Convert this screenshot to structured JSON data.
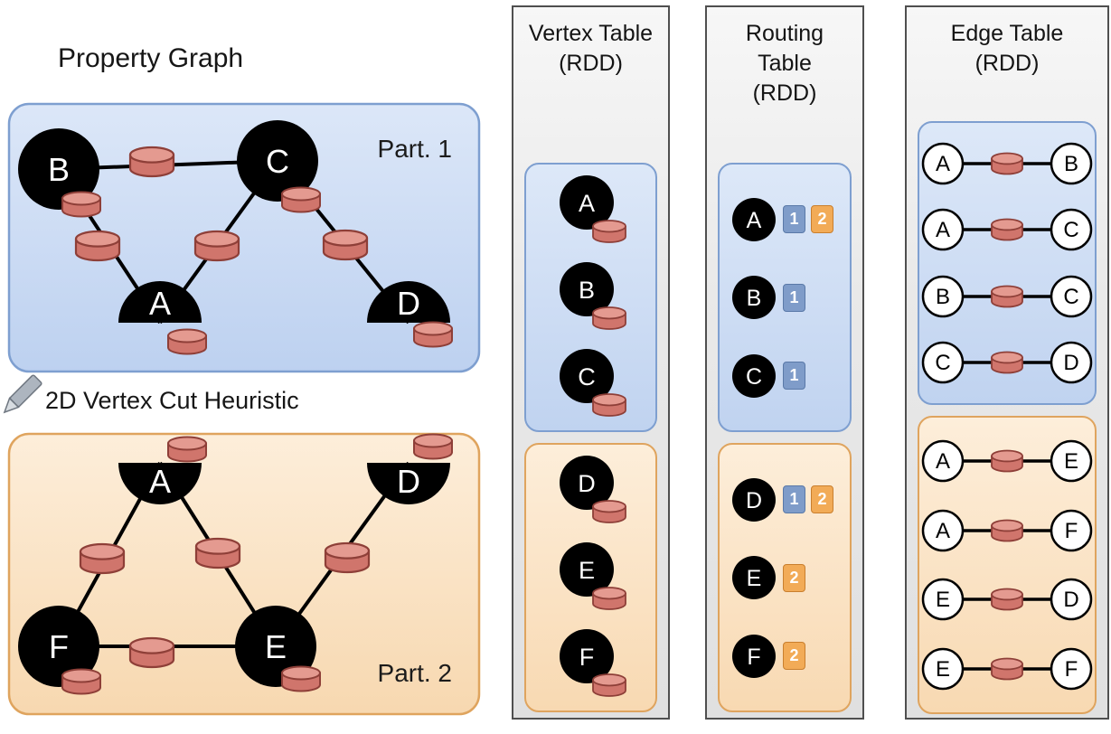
{
  "icons": {
    "heuristic": "pencil-icon",
    "property": "database-cylinder-icon"
  },
  "colors": {
    "blue_fill_top": "#dce7f8",
    "blue_fill_bottom": "#bdd1f0",
    "blue_stroke": "#7e9fd0",
    "orange_fill_top": "#fdeeda",
    "orange_fill_bottom": "#f7d8b0",
    "orange_stroke": "#dfa45e",
    "panel_stroke": "#4f4f4f",
    "node_fill": "#000000",
    "edge_color": "#000000",
    "cylinder_body": "#d0756c",
    "cylinder_top": "#e49a90",
    "cylinder_stroke": "#8e3f38",
    "badge_blue": "#7f9cc9",
    "badge_orange": "#f2ab57"
  },
  "property_graph": {
    "title": "Property Graph",
    "heuristic_label": "2D Vertex Cut Heuristic",
    "partitions": [
      {
        "label": "Part. 1",
        "theme": "blue",
        "vertices": [
          "B",
          "C",
          "A",
          "D"
        ],
        "edges": [
          [
            "B",
            "C"
          ],
          [
            "B",
            "A"
          ],
          [
            "C",
            "A"
          ],
          [
            "C",
            "D"
          ]
        ]
      },
      {
        "label": "Part. 2",
        "theme": "orange",
        "vertices": [
          "A",
          "D",
          "F",
          "E"
        ],
        "edges": [
          [
            "A",
            "F"
          ],
          [
            "A",
            "E"
          ],
          [
            "D",
            "E"
          ],
          [
            "F",
            "E"
          ]
        ]
      }
    ]
  },
  "vertex_table": {
    "title": "Vertex Table\n(RDD)",
    "groups": [
      {
        "theme": "blue",
        "vertices": [
          "A",
          "B",
          "C"
        ]
      },
      {
        "theme": "orange",
        "vertices": [
          "D",
          "E",
          "F"
        ]
      }
    ]
  },
  "routing_table": {
    "title": "Routing\nTable\n(RDD)",
    "groups": [
      {
        "theme": "blue",
        "rows": [
          {
            "vertex": "A",
            "partitions": [
              1,
              2
            ]
          },
          {
            "vertex": "B",
            "partitions": [
              1
            ]
          },
          {
            "vertex": "C",
            "partitions": [
              1
            ]
          }
        ]
      },
      {
        "theme": "orange",
        "rows": [
          {
            "vertex": "D",
            "partitions": [
              1,
              2
            ]
          },
          {
            "vertex": "E",
            "partitions": [
              2
            ]
          },
          {
            "vertex": "F",
            "partitions": [
              2
            ]
          }
        ]
      }
    ]
  },
  "edge_table": {
    "title": "Edge Table\n(RDD)",
    "groups": [
      {
        "theme": "blue",
        "edges": [
          [
            "A",
            "B"
          ],
          [
            "A",
            "C"
          ],
          [
            "B",
            "C"
          ],
          [
            "C",
            "D"
          ]
        ]
      },
      {
        "theme": "orange",
        "edges": [
          [
            "A",
            "E"
          ],
          [
            "A",
            "F"
          ],
          [
            "E",
            "D"
          ],
          [
            "E",
            "F"
          ]
        ]
      }
    ]
  }
}
